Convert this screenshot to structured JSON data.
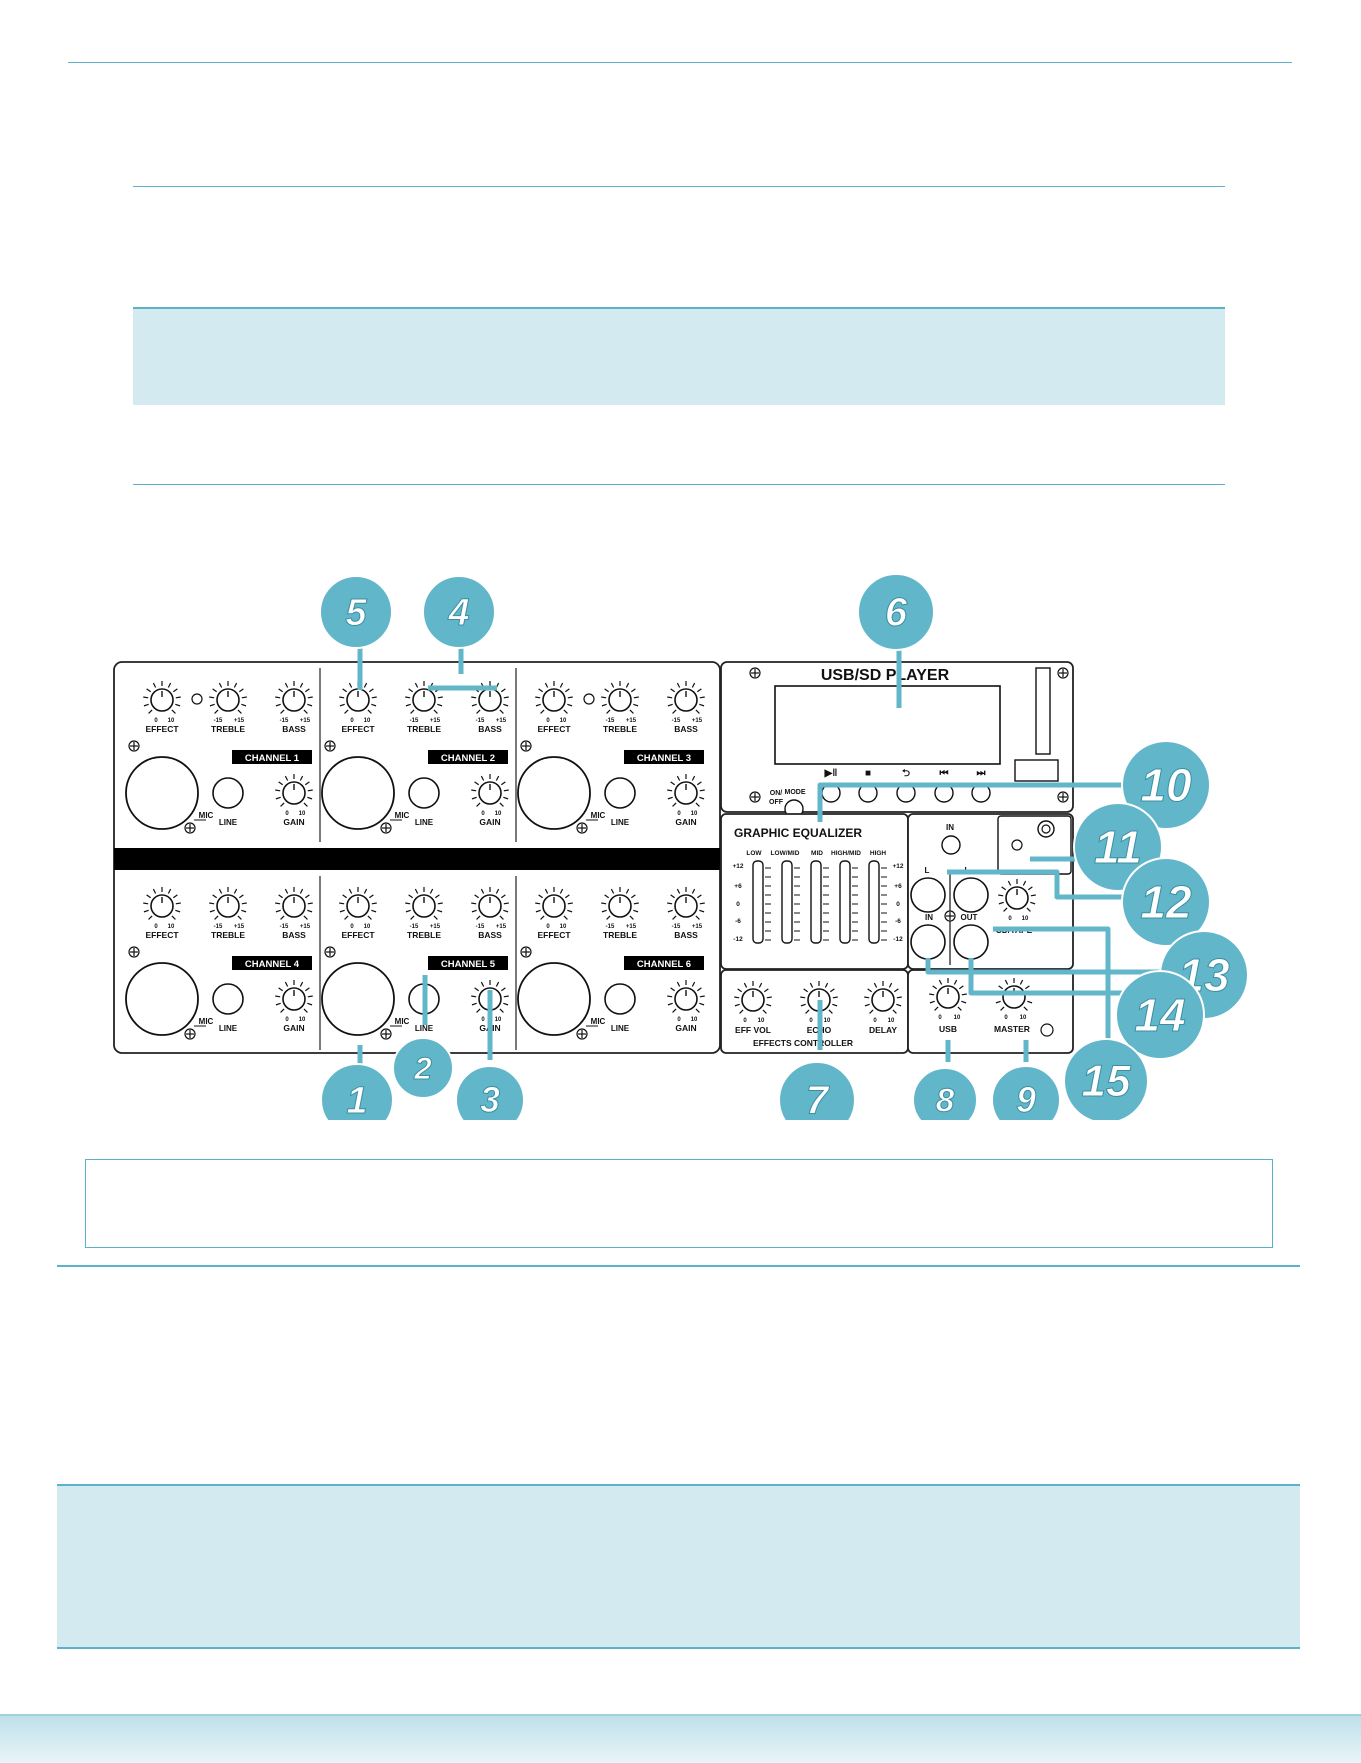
{
  "colors": {
    "accent": "#5bb3c9",
    "band": "#d3eaf1",
    "callout": "#62b6c9",
    "ink": "#111111"
  },
  "channels": [
    {
      "label": "CHANNEL 1"
    },
    {
      "label": "CHANNEL 2"
    },
    {
      "label": "CHANNEL 3"
    },
    {
      "label": "CHANNEL 4"
    },
    {
      "label": "CHANNEL 5"
    },
    {
      "label": "CHANNEL 6"
    }
  ],
  "channel_knobs": {
    "effect": "EFFECT",
    "treble": "TREBLE",
    "bass": "BASS",
    "gain": "GAIN",
    "mic": "MIC",
    "line": "LINE",
    "scale_0": "0",
    "scale_10": "10",
    "scale_m15": "-15",
    "scale_p15": "+15"
  },
  "player": {
    "title": "USB/SD PLAYER",
    "mode": "MODE",
    "on": "ON/",
    "off": "OFF",
    "buttons": [
      "▶‖",
      "■",
      "⮌",
      "⏮",
      "⏭"
    ]
  },
  "equalizer": {
    "title": "GRAPHIC EQUALIZER",
    "bands": [
      "LOW",
      "LOW/MID",
      "MID",
      "HIGH/MID",
      "HIGH"
    ],
    "scale": [
      "+12",
      "+6",
      "0",
      "-6",
      "-12"
    ]
  },
  "io": {
    "in": "IN",
    "out": "OUT",
    "l": "L",
    "r": "R",
    "cd_tape": "CD/TAPE"
  },
  "effects": {
    "title": "EFFECTS CONTROLLER",
    "eff_vol": "EFF VOL",
    "echo": "ECHO",
    "delay": "DELAY"
  },
  "master": {
    "usb": "USB",
    "master": "MASTER"
  },
  "callouts": [
    "1",
    "2",
    "3",
    "4",
    "5",
    "6",
    "7",
    "8",
    "9",
    "10",
    "11",
    "12",
    "13",
    "14",
    "15"
  ]
}
